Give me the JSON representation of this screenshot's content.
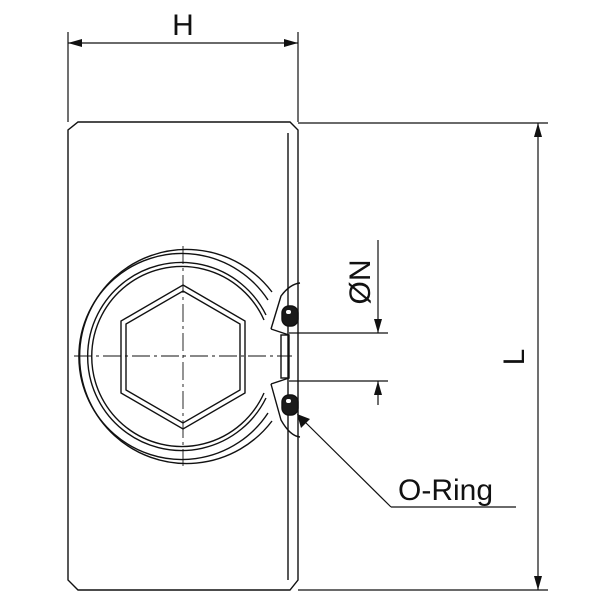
{
  "drawing": {
    "labels": {
      "height": "H",
      "length": "L",
      "port_diameter": "ØN",
      "seal": "O-Ring"
    },
    "colors": {
      "line": "#111111",
      "background": "#ffffff"
    }
  }
}
